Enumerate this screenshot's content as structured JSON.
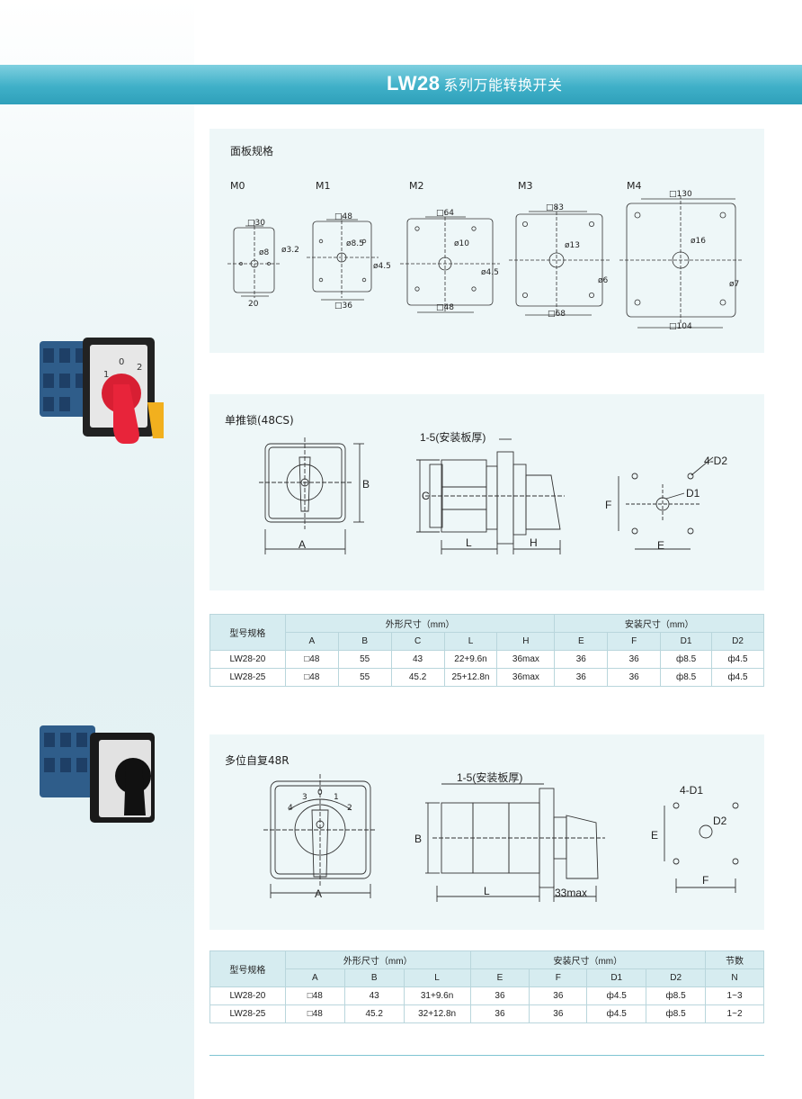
{
  "title": {
    "main": "LW28",
    "sub": "系列万能转换开关"
  },
  "panel_spec": {
    "title": "面板规格",
    "models": [
      {
        "label": "M0",
        "top": "□30",
        "hole": "ø8",
        "side": "ø3.2",
        "bottom": "20"
      },
      {
        "label": "M1",
        "top": "□48",
        "hole": "ø8.5",
        "side": "ø4.5",
        "bottom": "□36"
      },
      {
        "label": "M2",
        "top": "□64",
        "hole": "ø10",
        "side": "ø4.5",
        "bottom": "□48"
      },
      {
        "label": "M3",
        "top": "□83",
        "hole": "ø13",
        "side": "ø6",
        "bottom": "□68"
      },
      {
        "label": "M4",
        "top": "□130",
        "hole": "ø16",
        "side": "ø7",
        "bottom": "□104"
      }
    ]
  },
  "section1": {
    "title": "单推锁(48CS)",
    "labels": {
      "A": "A",
      "B": "B",
      "C": "C",
      "L": "L",
      "H": "H",
      "thickness": "1-5(安装板厚)",
      "fourD2": "4-D2",
      "D1": "D1",
      "E": "E",
      "F": "F"
    }
  },
  "table1": {
    "row_header": "型号规格",
    "group1": "外形尺寸（mm）",
    "group2": "安装尺寸（mm）",
    "columns": [
      "A",
      "B",
      "C",
      "L",
      "H",
      "E",
      "F",
      "D1",
      "D2"
    ],
    "rows": [
      [
        "LW28-20",
        "□48",
        "55",
        "43",
        "22+9.6n",
        "36max",
        "36",
        "36",
        "ф8.5",
        "ф4.5"
      ],
      [
        "LW28-25",
        "□48",
        "55",
        "45.2",
        "25+12.8n",
        "36max",
        "36",
        "36",
        "ф8.5",
        "ф4.5"
      ]
    ]
  },
  "section2": {
    "title": "多位自复48R",
    "labels": {
      "A": "A",
      "B": "B",
      "L": "L",
      "thickness": "1-5(安装板厚)",
      "max": "33max",
      "fourD1": "4-D1",
      "D2": "D2",
      "E": "E",
      "F": "F"
    },
    "dial": [
      "4",
      "3",
      "0",
      "1",
      "2"
    ]
  },
  "table2": {
    "row_header": "型号规格",
    "group1": "外形尺寸（mm）",
    "group2": "安装尺寸（mm）",
    "group3": "节数",
    "columns": [
      "A",
      "B",
      "L",
      "E",
      "F",
      "D1",
      "D2",
      "N"
    ],
    "rows": [
      [
        "LW28-20",
        "□48",
        "43",
        "31+9.6n",
        "36",
        "36",
        "ф4.5",
        "ф8.5",
        "1~3"
      ],
      [
        "LW28-25",
        "□48",
        "45.2",
        "32+12.8n",
        "36",
        "36",
        "ф4.5",
        "ф8.5",
        "1~2"
      ]
    ]
  },
  "photo_dial": [
    "1",
    "0",
    "2"
  ],
  "colors": {
    "banner": "#3fb0c8",
    "panel": "#eef7f8",
    "header": "#d6ecf0",
    "red_handle": "#e8243a",
    "blue_body": "#2f5d8a"
  }
}
